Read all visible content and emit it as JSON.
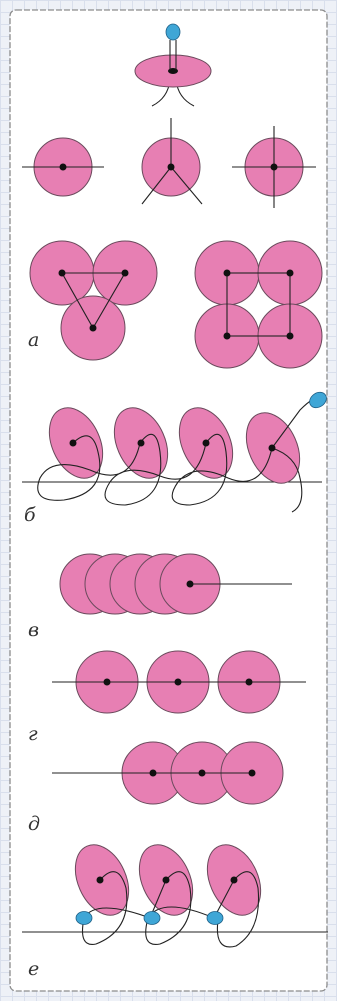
{
  "labels": {
    "a": "а",
    "b": "б",
    "v": "в",
    "g": "г",
    "d": "д",
    "e": "е"
  },
  "colors": {
    "disc": "#e77fb3",
    "bead": "#3fa6d6",
    "background": "#eef1f7"
  }
}
